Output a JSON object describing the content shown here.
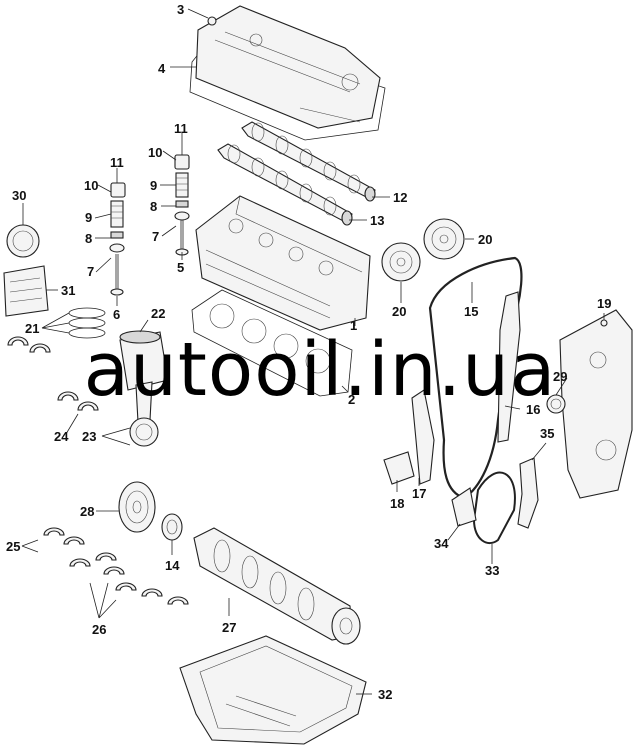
{
  "callouts": [
    "3",
    "4",
    "11",
    "10",
    "9",
    "8",
    "7",
    "5",
    "11",
    "10",
    "9",
    "8",
    "7",
    "6",
    "12",
    "13",
    "30",
    "31",
    "21",
    "22",
    "1",
    "2",
    "20",
    "20",
    "15",
    "19",
    "29",
    "16",
    "24",
    "23",
    "35",
    "18",
    "17",
    "34",
    "33",
    "28",
    "14",
    "25",
    "26",
    "27",
    "32"
  ],
  "watermark": "autooil.in.ua"
}
